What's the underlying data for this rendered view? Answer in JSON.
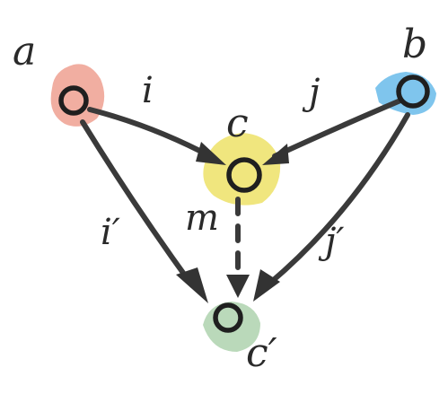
{
  "diagram": {
    "nodes": {
      "a": {
        "label": "a",
        "color": "#ee9a8a"
      },
      "b": {
        "label": "b",
        "color": "#5fb7e8"
      },
      "c": {
        "label": "c",
        "color": "#ece05e"
      },
      "c_prime": {
        "label": "c′",
        "color": "#a9cfa9"
      }
    },
    "edges": {
      "i": {
        "label": "i",
        "from": "a",
        "to": "c"
      },
      "j": {
        "label": "j",
        "from": "b",
        "to": "c"
      },
      "i_prime": {
        "label": "i′",
        "from": "a",
        "to": "c′"
      },
      "j_prime": {
        "label": "j′",
        "from": "b",
        "to": "c′"
      },
      "m": {
        "label": "m",
        "from": "c",
        "to": "c′",
        "style": "dashed"
      }
    }
  }
}
